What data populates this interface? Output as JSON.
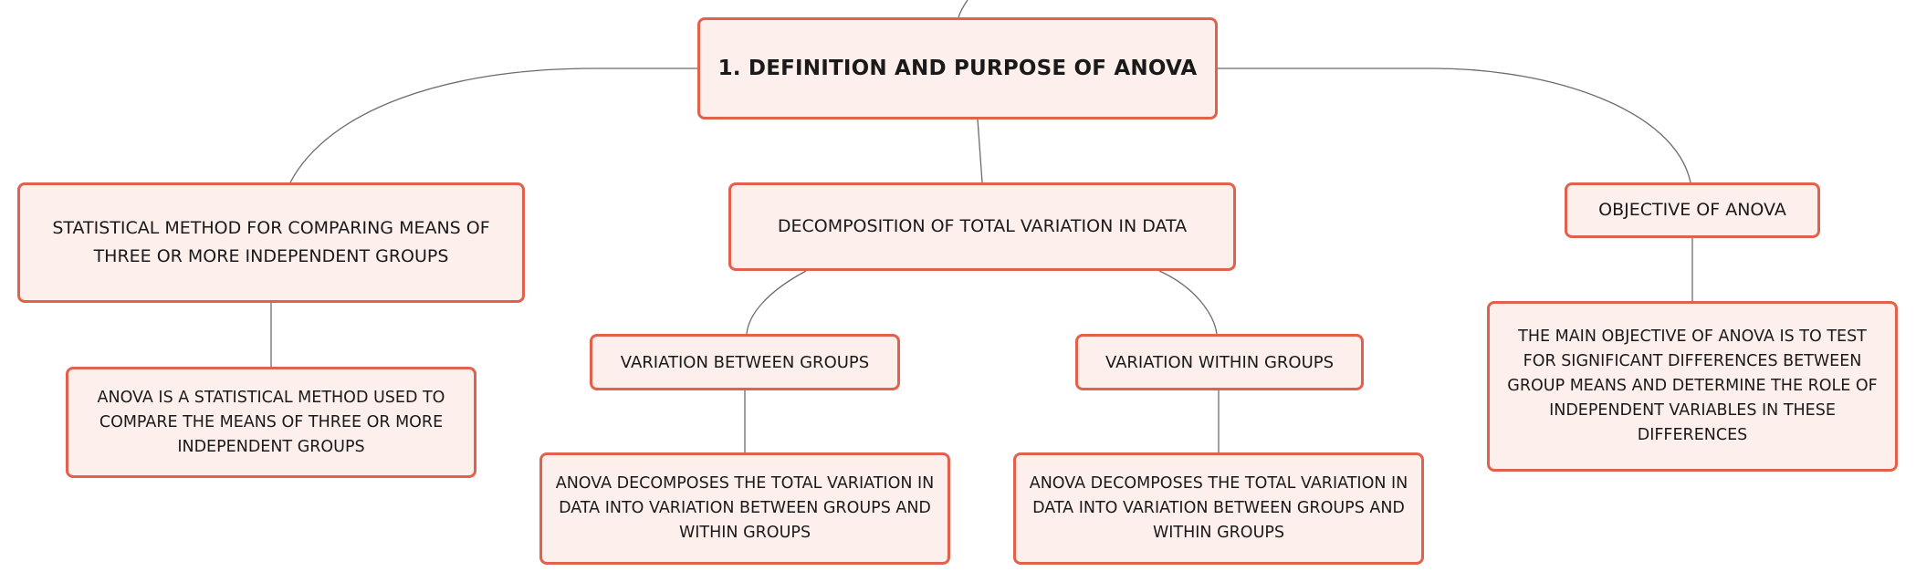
{
  "diagram": {
    "root": {
      "label": "1. DEFINITION AND PURPOSE OF ANOVA"
    },
    "statistical_method": {
      "label": "STATISTICAL METHOD FOR COMPARING MEANS OF THREE OR MORE INDEPENDENT GROUPS"
    },
    "statistical_method_detail": {
      "label": "ANOVA IS A STATISTICAL METHOD USED TO COMPARE THE MEANS OF THREE OR MORE INDEPENDENT GROUPS"
    },
    "decomposition": {
      "label": "DECOMPOSITION OF TOTAL VARIATION IN DATA"
    },
    "variation_between": {
      "label": "VARIATION BETWEEN GROUPS"
    },
    "variation_between_detail": {
      "label": "ANOVA DECOMPOSES THE TOTAL VARIATION IN DATA INTO VARIATION BETWEEN GROUPS AND WITHIN GROUPS"
    },
    "variation_within": {
      "label": "VARIATION WITHIN GROUPS"
    },
    "variation_within_detail": {
      "label": "ANOVA DECOMPOSES THE TOTAL VARIATION IN DATA INTO VARIATION BETWEEN GROUPS AND WITHIN GROUPS"
    },
    "objective": {
      "label": "OBJECTIVE OF ANOVA"
    },
    "objective_detail": {
      "label": "THE MAIN OBJECTIVE OF ANOVA IS TO TEST FOR SIGNIFICANT DIFFERENCES BETWEEN GROUP MEANS AND DETERMINE THE ROLE OF INDEPENDENT VARIABLES IN THESE DIFFERENCES"
    },
    "colors": {
      "node_fill": "#fdf0ec",
      "node_border": "#e2614d",
      "connector": "#6b6b6b",
      "text": "#1a1a1a"
    }
  }
}
